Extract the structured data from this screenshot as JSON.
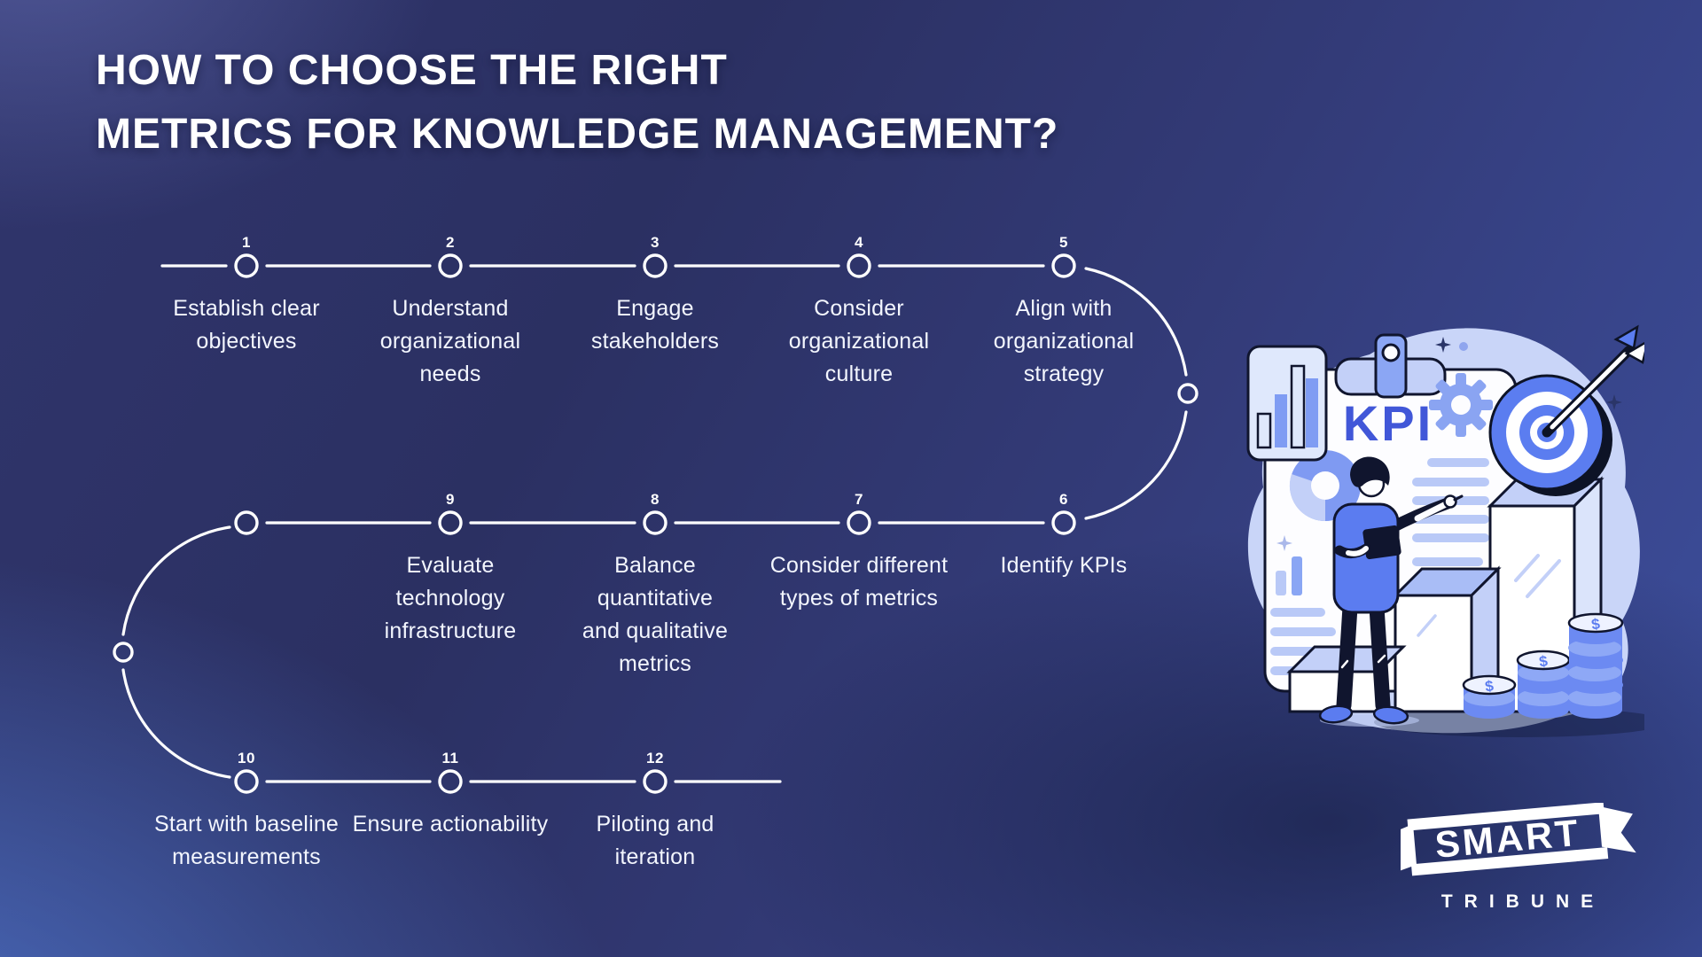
{
  "title": {
    "line1": "HOW TO CHOOSE THE RIGHT",
    "line2": "METRICS FOR KNOWLEDGE MANAGEMENT?"
  },
  "steps": [
    {
      "number": "1",
      "label": "Establish clear objectives"
    },
    {
      "number": "2",
      "label": "Understand organizational needs"
    },
    {
      "number": "3",
      "label": "Engage stakeholders"
    },
    {
      "number": "4",
      "label": "Consider organizational culture"
    },
    {
      "number": "5",
      "label": "Align with organizational strategy"
    },
    {
      "number": "6",
      "label": "Identify KPIs"
    },
    {
      "number": "7",
      "label": "Consider different types of metrics"
    },
    {
      "number": "8",
      "label": "Balance quantitative and qualitative metrics"
    },
    {
      "number": "9",
      "label": "Evaluate technology infrastructure"
    },
    {
      "number": "10",
      "label": "Start with baseline measurements"
    },
    {
      "number": "11",
      "label": "Ensure actionability"
    },
    {
      "number": "12",
      "label": "Piloting and iteration"
    }
  ],
  "illustration": {
    "kpi_label": "KPI",
    "currency_symbol": "$"
  },
  "logo": {
    "brand": "SMART",
    "subbrand": "TRIBUNE"
  },
  "colors": {
    "background_dark": "#2b3062",
    "background_light": "#4a6ec8",
    "accent_blue": "#5b7cf0",
    "light_blue": "#c9d5f8",
    "kpi_text": "#4157d8",
    "outline_navy": "#10152e",
    "white": "#ffffff"
  }
}
